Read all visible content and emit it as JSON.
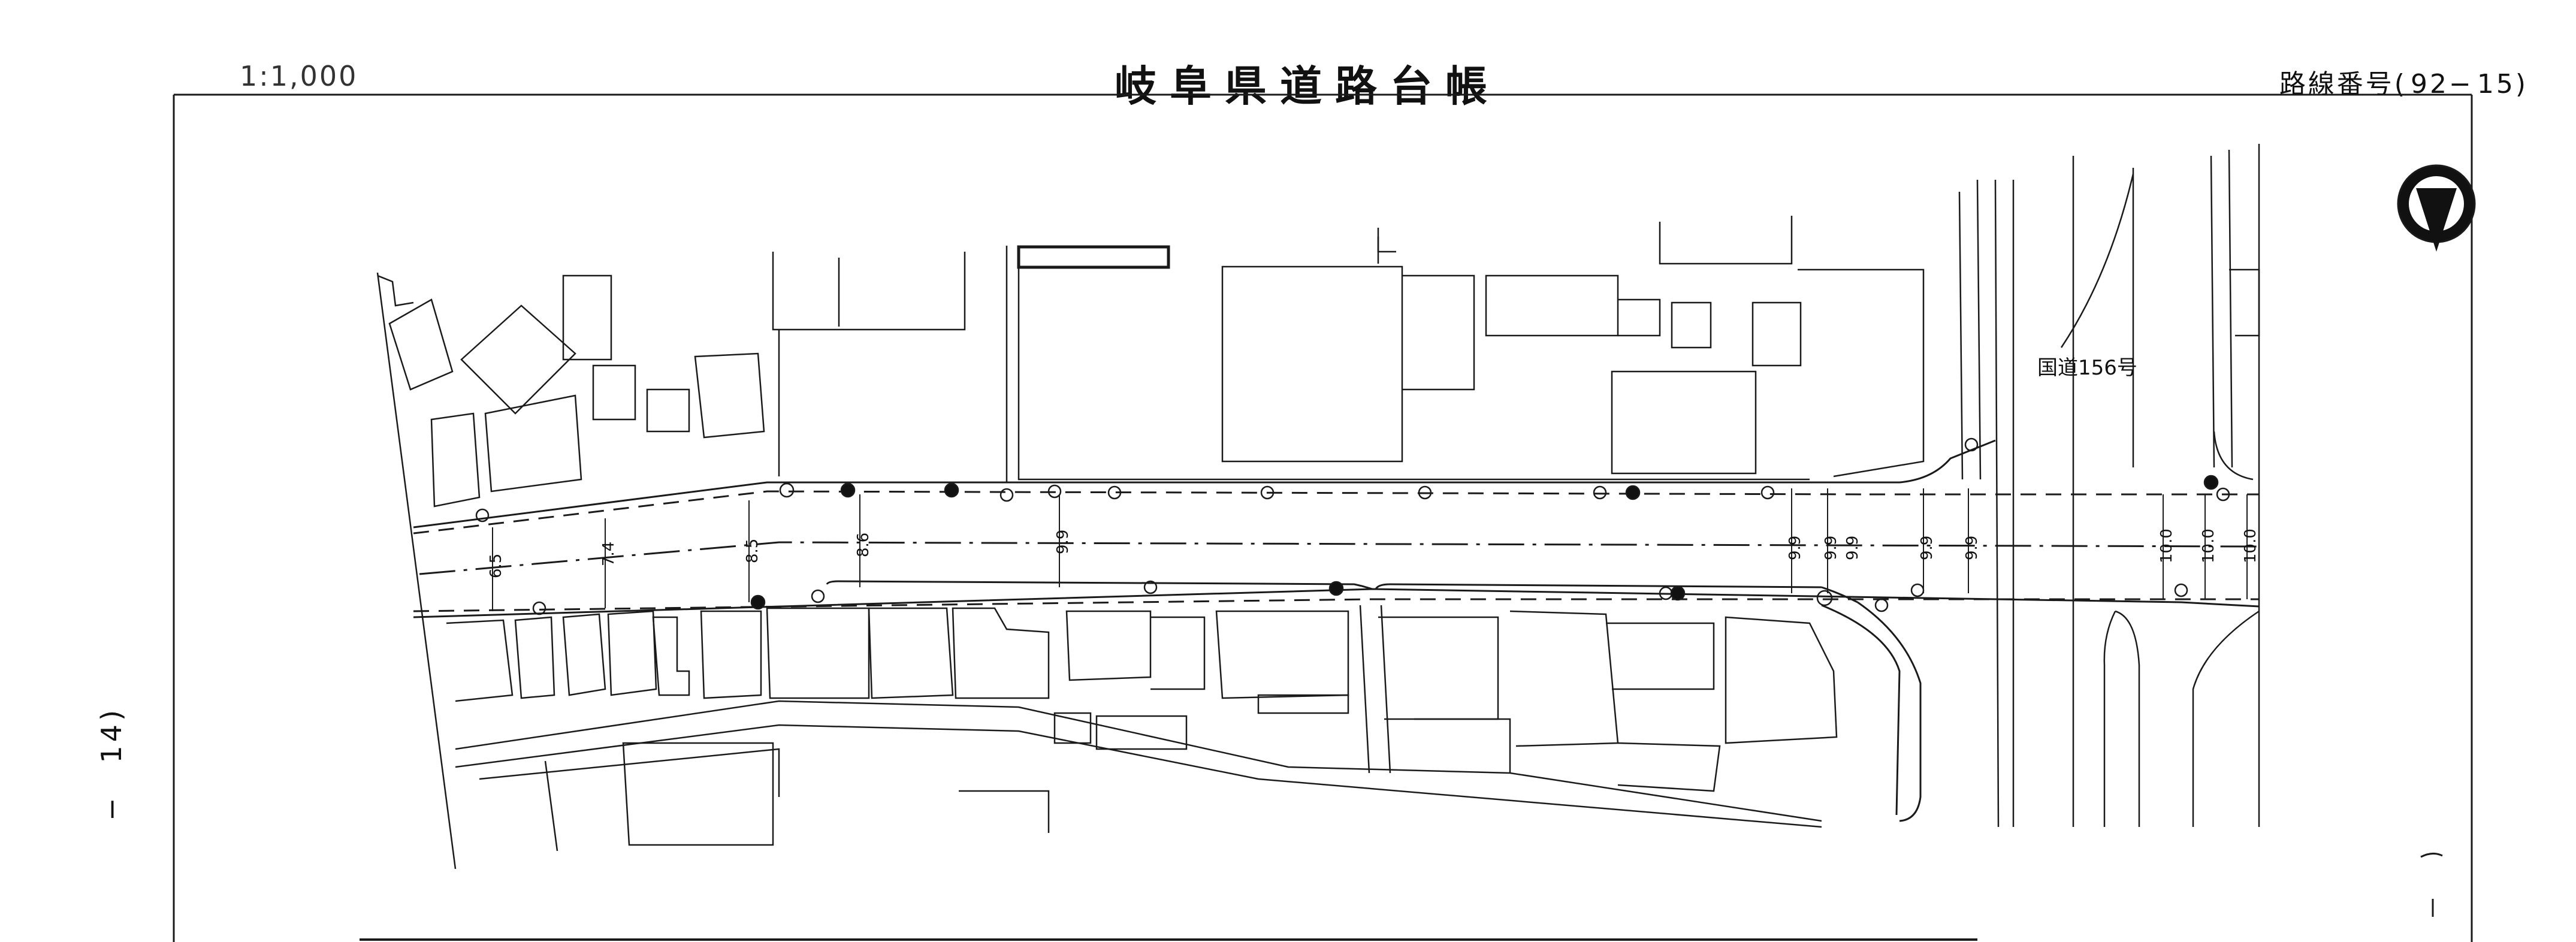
{
  "header": {
    "scale": "1:1,000",
    "title": "岐阜県道路台帳",
    "route_label": "路線番号(",
    "route_major": "92−",
    "route_minor": "15)"
  },
  "side_label": "−　14)",
  "map": {
    "north_arrow_icon": "north-arrow-icon",
    "highway_label": "国道156号",
    "widths": [
      "6.5",
      "7.4",
      "8.5",
      "8.6",
      "9.9",
      "9.9",
      "9.9",
      "9.9",
      "9.9",
      "9.9",
      "10.0",
      "10.0",
      "10.0"
    ],
    "colors": {
      "ink": "#1a1a1a",
      "paper": "#ffffff"
    }
  }
}
